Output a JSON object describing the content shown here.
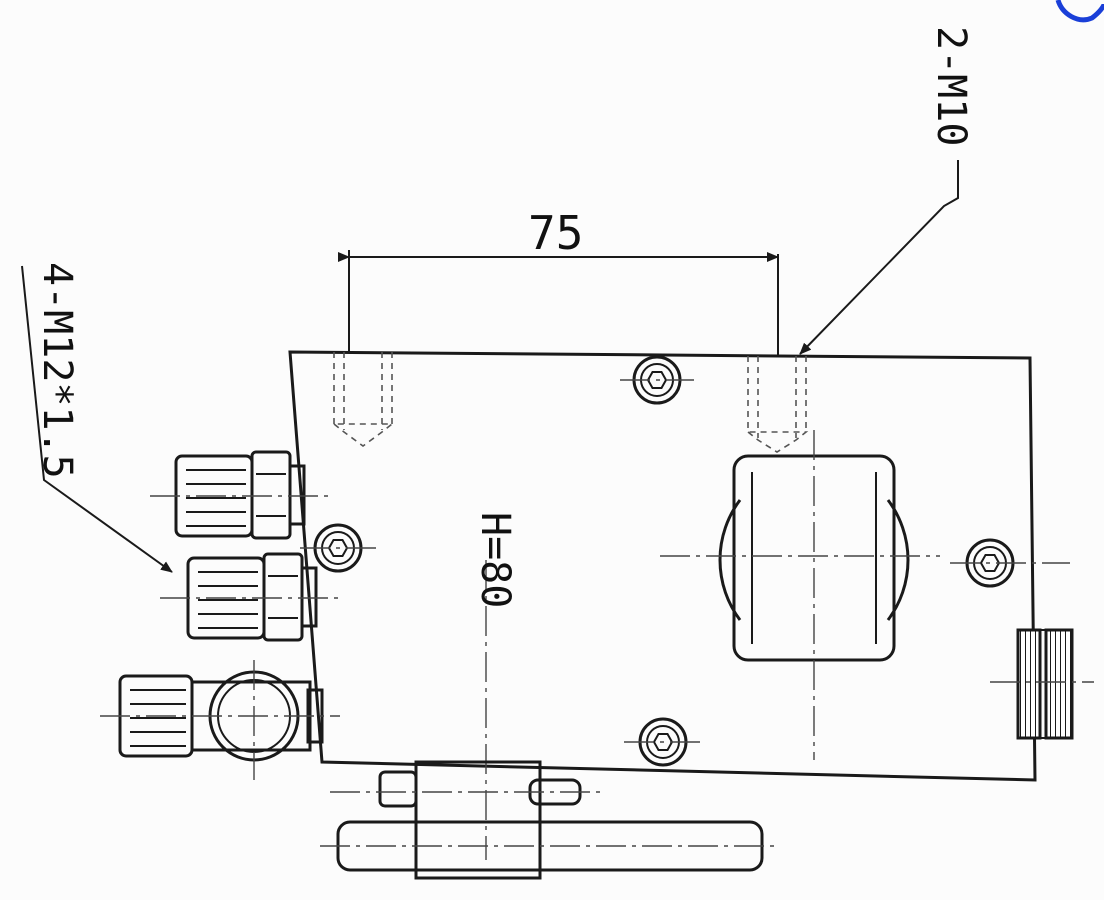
{
  "labels": {
    "mounting_holes": "2-M10",
    "dimension": "75",
    "ports": "4-M12*1.5",
    "height": "H=80"
  }
}
